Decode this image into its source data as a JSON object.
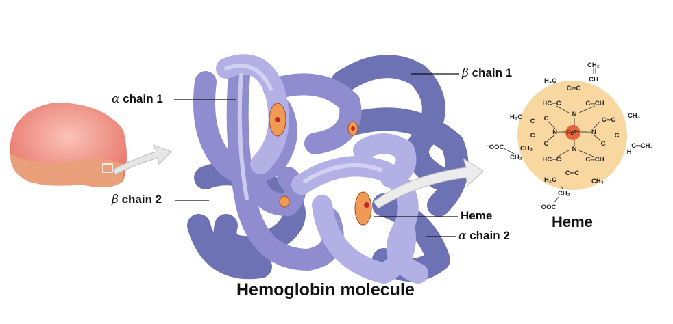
{
  "labels": {
    "alpha1": {
      "greek": "α",
      "text": "chain 1"
    },
    "beta1": {
      "greek": "β",
      "text": "chain 1"
    },
    "beta2": {
      "greek": "β",
      "text": "chain 2"
    },
    "alpha2": {
      "greek": "α",
      "text": "chain 2"
    },
    "heme_pointer": "Heme"
  },
  "title": "Hemoglobin molecule",
  "heme_title": "Heme",
  "heme_atoms": [
    "CH₂",
    "CH",
    "H₃C",
    "C═C",
    "HC─C",
    "C═CH",
    "N",
    "H₃C",
    "C",
    "C",
    "C═C",
    "CH₃",
    "N─",
    "Fe²⁺",
    "─N",
    "C",
    "C",
    "C",
    "C",
    "C═CH₂",
    "H",
    "⁻OOC",
    "CH₂",
    "CH₂",
    "HC─C",
    "C═CH",
    "N",
    "C═C",
    "H₂C",
    "CH₃",
    "CH₂",
    "⁻OOC"
  ],
  "colors": {
    "tube": "#9a98d6",
    "tube_dark": "#6f74b8",
    "heme_bg": "#f8d7a0",
    "iron": "#e8643a",
    "cell": "#ef8a80"
  }
}
